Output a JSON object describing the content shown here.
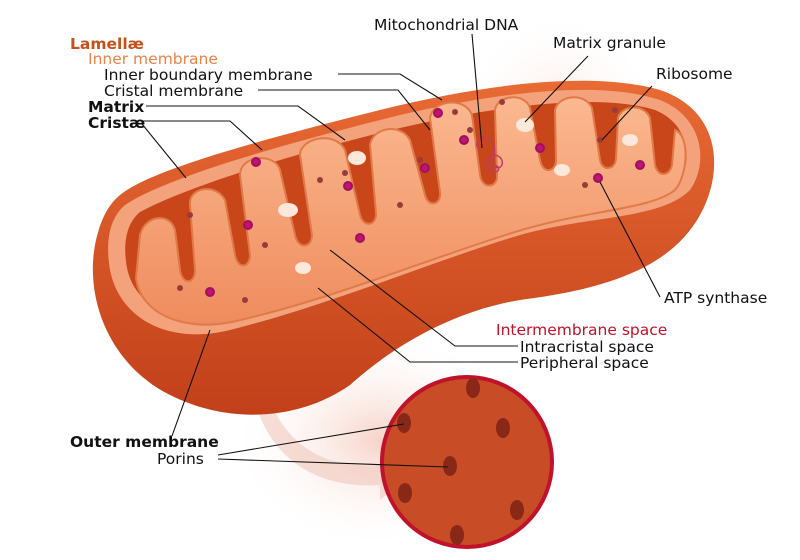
{
  "labels": {
    "lamellae": "Lamellæ",
    "inner_membrane": "Inner membrane",
    "inner_boundary_membrane": "Inner boundary membrane",
    "cristal_membrane": "Cristal membrane",
    "matrix": "Matrix",
    "cristae": "Cristæ",
    "mitochondrial_dna": "Mitochondrial DNA",
    "matrix_granule": "Matrix granule",
    "ribosome": "Ribosome",
    "atp_synthase": "ATP synthase",
    "intermembrane_space": "Intermembrane space",
    "intracristal_space": "Intracristal space",
    "peripheral_space": "Peripheral space",
    "outer_membrane": "Outer membrane",
    "porins": "Porins"
  },
  "colors": {
    "lamellae": "#c4501a",
    "inner_membrane": "#e8844a",
    "intermembrane_space": "#c0122a",
    "outer": "#d2501e",
    "matrix": "#f6a47c",
    "zoom_ring": "#c0122a"
  }
}
